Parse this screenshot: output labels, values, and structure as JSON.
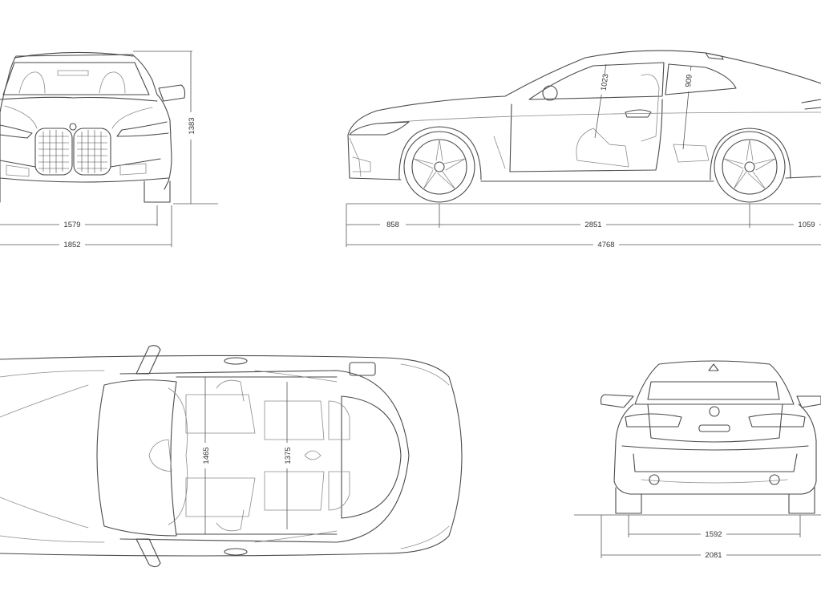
{
  "dimensions": {
    "height": "1383",
    "front_track": "1579",
    "width": "1852",
    "front_overhang": "858",
    "wheelbase": "2851",
    "rear_overhang": "1059",
    "length": "4768",
    "front_headroom": "1023",
    "rear_headroom": "909",
    "front_shoulder": "1465",
    "rear_shoulder": "1375",
    "rear_track": "1592",
    "width_mirrors": "2081"
  },
  "views": {
    "front": "front-view",
    "side": "side-view",
    "top": "top-view",
    "rear": "rear-view"
  },
  "colors": {
    "line": "#4a4a4a",
    "background": "#ffffff"
  }
}
